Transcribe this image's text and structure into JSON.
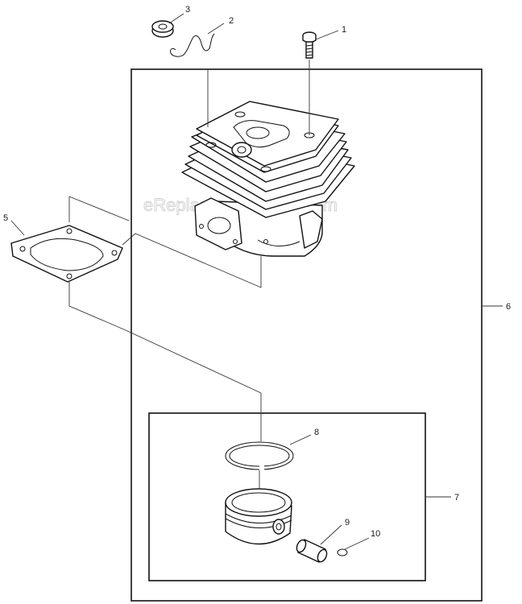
{
  "watermark": "eReplacementParts.com",
  "callouts": {
    "c1": "1",
    "c2": "2",
    "c3": "3",
    "c5": "5",
    "c6": "6",
    "c7": "7",
    "c8": "8",
    "c9": "9",
    "c10": "10"
  },
  "parts": [
    {
      "callout": "1",
      "icon": "screw-icon"
    },
    {
      "callout": "2",
      "icon": "spring-clip-icon"
    },
    {
      "callout": "3",
      "icon": "grommet-icon"
    },
    {
      "callout": "5",
      "icon": "gasket-icon"
    },
    {
      "callout": "6",
      "icon": "cylinder-assembly-frame"
    },
    {
      "callout": "7",
      "icon": "piston-kit-frame"
    },
    {
      "callout": "8",
      "icon": "piston-ring-icon"
    },
    {
      "callout": "9",
      "icon": "piston-pin-icon"
    },
    {
      "callout": "10",
      "icon": "circlip-icon"
    }
  ]
}
